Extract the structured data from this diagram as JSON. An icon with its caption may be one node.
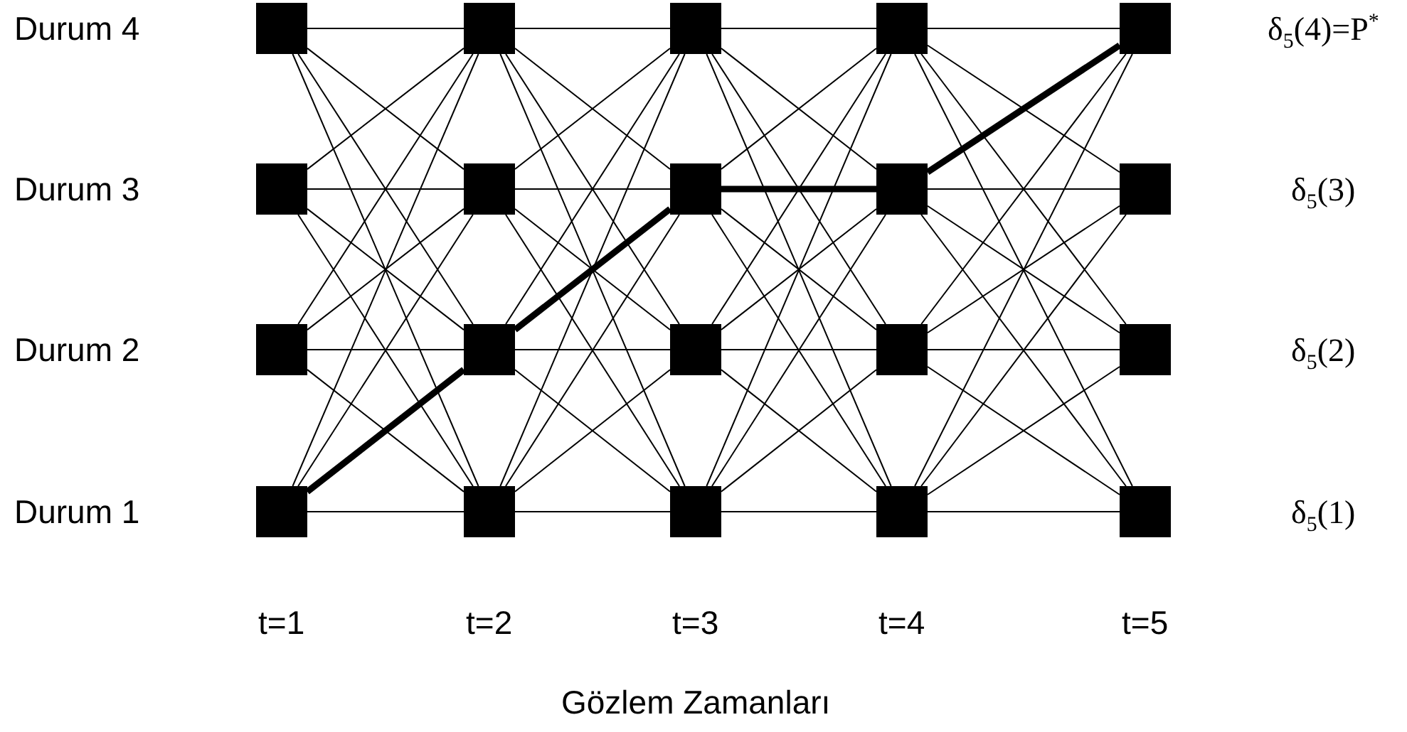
{
  "diagram": {
    "nodes": [
      {
        "text": [],
        "shape": "box"
      },
      {
        "text": [],
        "shape": "box"
      },
      {
        "text": [],
        "shape": "box"
      },
      {
        "text": [],
        "shape": "box"
      },
      {
        "text": [],
        "shape": "box"
      },
      {
        "text": [],
        "shape": "box"
      },
      {
        "text": [],
        "shape": "box"
      },
      {
        "text": [],
        "shape": "box"
      },
      {
        "text": [],
        "shape": "box"
      },
      {
        "text": [],
        "shape": "box"
      },
      {
        "text": [],
        "shape": "box"
      },
      {
        "text": [],
        "shape": "box"
      },
      {
        "text": [],
        "shape": "box"
      },
      {
        "text": [],
        "shape": "box"
      },
      {
        "text": [],
        "shape": "box"
      },
      {
        "text": [],
        "shape": "box"
      },
      {
        "text": [],
        "shape": "box"
      },
      {
        "text": [],
        "shape": "box"
      },
      {
        "text": [],
        "shape": "box"
      },
      {
        "text": [],
        "shape": "box"
      }
    ],
    "edges": [
      {
        "from": 0,
        "to": 1,
        "arrow": "none"
      },
      {
        "from": 0,
        "to": 6,
        "arrow": "none"
      },
      {
        "from": 0,
        "to": 11,
        "arrow": "none"
      },
      {
        "from": 0,
        "to": 16,
        "arrow": "none"
      },
      {
        "from": 5,
        "to": 1,
        "arrow": "none"
      },
      {
        "from": 5,
        "to": 6,
        "arrow": "none"
      },
      {
        "from": 5,
        "to": 11,
        "arrow": "none"
      },
      {
        "from": 5,
        "to": 16,
        "arrow": "none"
      },
      {
        "from": 10,
        "to": 1,
        "arrow": "none"
      },
      {
        "from": 10,
        "to": 6,
        "arrow": "none"
      },
      {
        "from": 10,
        "to": 11,
        "arrow": "none"
      },
      {
        "from": 10,
        "to": 16,
        "arrow": "none"
      },
      {
        "from": 15,
        "to": 1,
        "arrow": "none"
      },
      {
        "from": 15,
        "to": 6,
        "arrow": "none"
      },
      {
        "from": 15,
        "to": 11,
        "arrow": "none",
        "style": "thick"
      },
      {
        "from": 15,
        "to": 16,
        "arrow": "none"
      },
      {
        "from": 1,
        "to": 2,
        "arrow": "none"
      },
      {
        "from": 1,
        "to": 7,
        "arrow": "none"
      },
      {
        "from": 1,
        "to": 12,
        "arrow": "none"
      },
      {
        "from": 1,
        "to": 17,
        "arrow": "none"
      },
      {
        "from": 6,
        "to": 2,
        "arrow": "none"
      },
      {
        "from": 6,
        "to": 7,
        "arrow": "none"
      },
      {
        "from": 6,
        "to": 12,
        "arrow": "none"
      },
      {
        "from": 6,
        "to": 17,
        "arrow": "none"
      },
      {
        "from": 11,
        "to": 2,
        "arrow": "none"
      },
      {
        "from": 11,
        "to": 7,
        "arrow": "none",
        "style": "thick"
      },
      {
        "from": 11,
        "to": 12,
        "arrow": "none"
      },
      {
        "from": 11,
        "to": 17,
        "arrow": "none"
      },
      {
        "from": 16,
        "to": 2,
        "arrow": "none"
      },
      {
        "from": 16,
        "to": 7,
        "arrow": "none"
      },
      {
        "from": 16,
        "to": 12,
        "arrow": "none"
      },
      {
        "from": 16,
        "to": 17,
        "arrow": "none"
      },
      {
        "from": 2,
        "to": 3,
        "arrow": "none"
      },
      {
        "from": 2,
        "to": 8,
        "arrow": "none"
      },
      {
        "from": 2,
        "to": 13,
        "arrow": "none"
      },
      {
        "from": 2,
        "to": 18,
        "arrow": "none"
      },
      {
        "from": 7,
        "to": 3,
        "arrow": "none"
      },
      {
        "from": 7,
        "to": 8,
        "arrow": "none",
        "style": "thick"
      },
      {
        "from": 7,
        "to": 13,
        "arrow": "none"
      },
      {
        "from": 7,
        "to": 18,
        "arrow": "none"
      },
      {
        "from": 12,
        "to": 3,
        "arrow": "none"
      },
      {
        "from": 12,
        "to": 8,
        "arrow": "none"
      },
      {
        "from": 12,
        "to": 13,
        "arrow": "none"
      },
      {
        "from": 12,
        "to": 18,
        "arrow": "none"
      },
      {
        "from": 17,
        "to": 3,
        "arrow": "none"
      },
      {
        "from": 17,
        "to": 8,
        "arrow": "none"
      },
      {
        "from": 17,
        "to": 13,
        "arrow": "none"
      },
      {
        "from": 17,
        "to": 18,
        "arrow": "none"
      },
      {
        "from": 3,
        "to": 4,
        "arrow": "none"
      },
      {
        "from": 3,
        "to": 9,
        "arrow": "none"
      },
      {
        "from": 3,
        "to": 14,
        "arrow": "none"
      },
      {
        "from": 3,
        "to": 19,
        "arrow": "none"
      },
      {
        "from": 8,
        "to": 4,
        "arrow": "none",
        "style": "thick"
      },
      {
        "from": 8,
        "to": 9,
        "arrow": "none"
      },
      {
        "from": 8,
        "to": 14,
        "arrow": "none"
      },
      {
        "from": 8,
        "to": 19,
        "arrow": "none"
      },
      {
        "from": 13,
        "to": 4,
        "arrow": "none"
      },
      {
        "from": 13,
        "to": 9,
        "arrow": "none"
      },
      {
        "from": 13,
        "to": 14,
        "arrow": "none"
      },
      {
        "from": 13,
        "to": 19,
        "arrow": "none"
      },
      {
        "from": 18,
        "to": 4,
        "arrow": "none"
      },
      {
        "from": 18,
        "to": 9,
        "arrow": "none"
      },
      {
        "from": 18,
        "to": 14,
        "arrow": "none"
      },
      {
        "from": 18,
        "to": 19,
        "arrow": "none"
      }
    ],
    "labels": [
      "Durum 4",
      "δ$_{5}$(4)=P$^{*}$",
      "Durum 3",
      "δ$_{5}$(3)",
      "Durum 2",
      "δ$_{5}$(2)",
      "Durum 1",
      "δ$_{5}$(1)",
      "t=1",
      "t=2",
      "t=3",
      "t=4",
      "t=5",
      "Gözlem Zamanları"
    ]
  }
}
